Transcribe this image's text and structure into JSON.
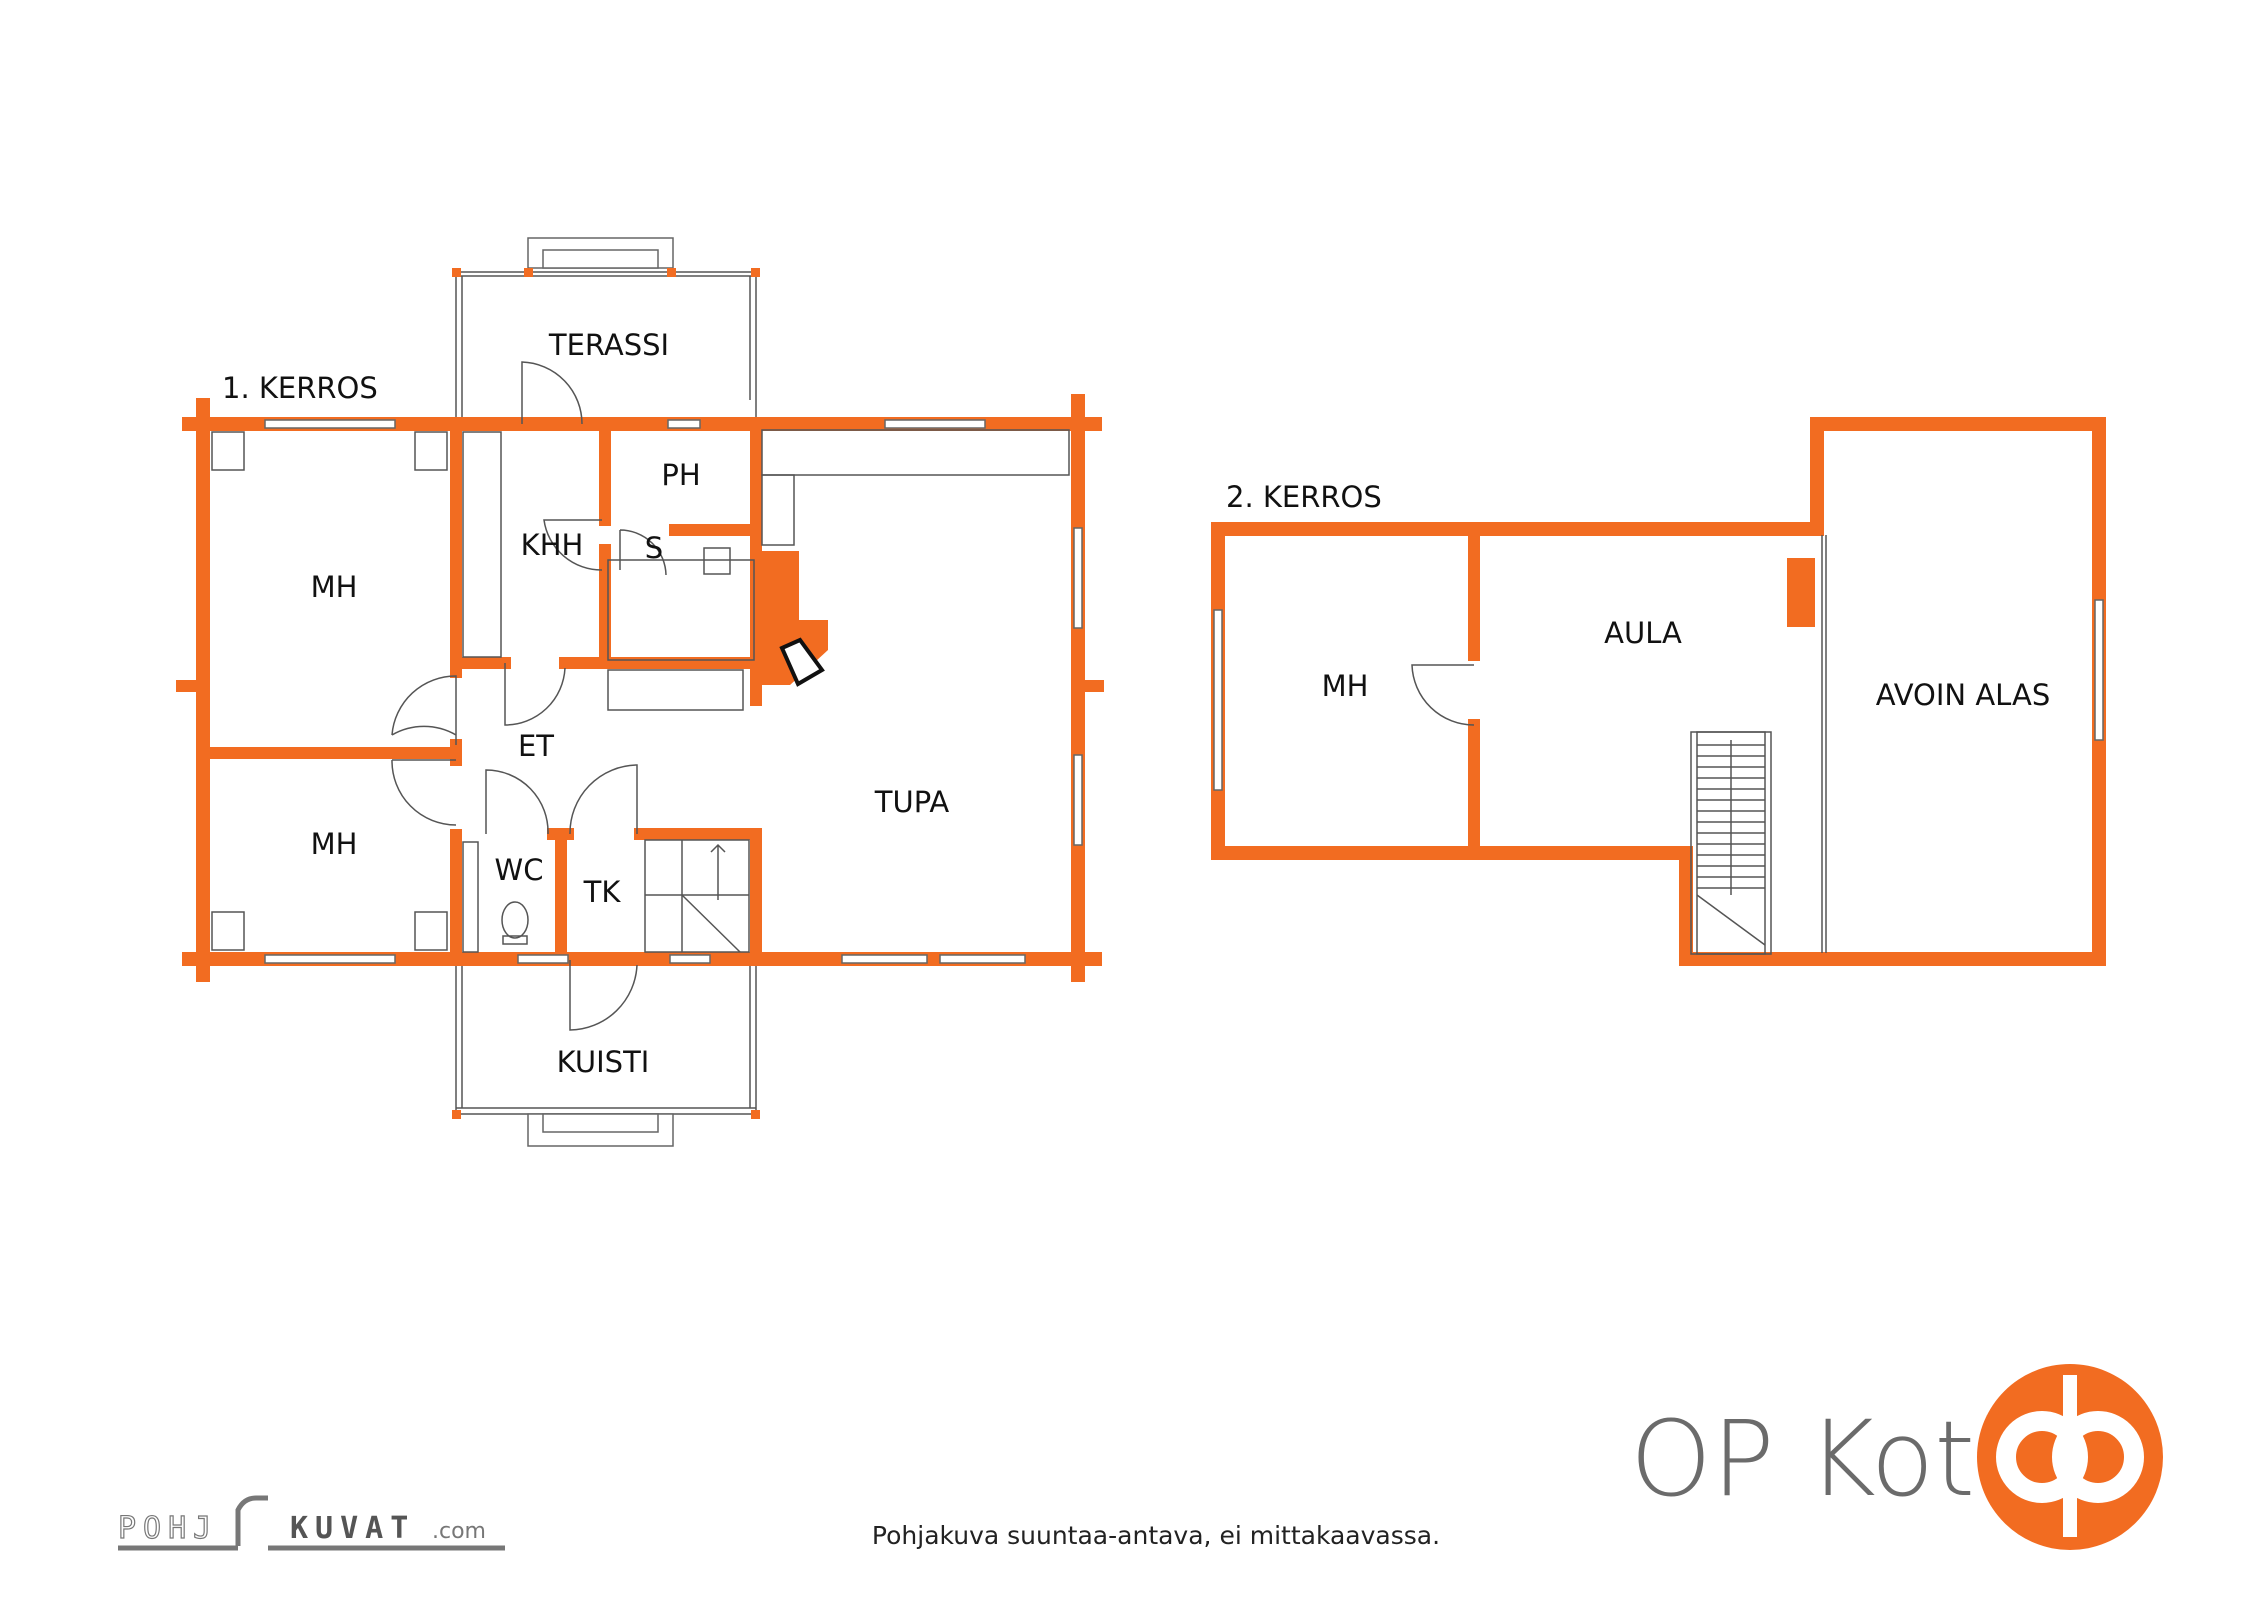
{
  "floor1": {
    "title": "1. KERROS",
    "rooms": {
      "terassi": "TERASSI",
      "mh_top": "MH",
      "khh": "KHH",
      "ph": "PH",
      "s": "S",
      "et": "ET",
      "tupa": "TUPA",
      "mh_bottom": "MH",
      "wc": "WC",
      "tk": "TK",
      "kuisti": "KUISTI"
    }
  },
  "floor2": {
    "title": "2. KERROS",
    "rooms": {
      "mh": "MH",
      "aula": "AULA",
      "avoin_alas": "AVOIN ALAS"
    }
  },
  "footer": {
    "disclaimer": "Pohjakuva suuntaa-antava, ei mittakaavassa.",
    "pohjakuvat_logo": "POHJAKUVAT.com",
    "brand": "OP Koti"
  },
  "colors": {
    "accent": "#f26c21",
    "brand_text": "#6b6b6b"
  }
}
